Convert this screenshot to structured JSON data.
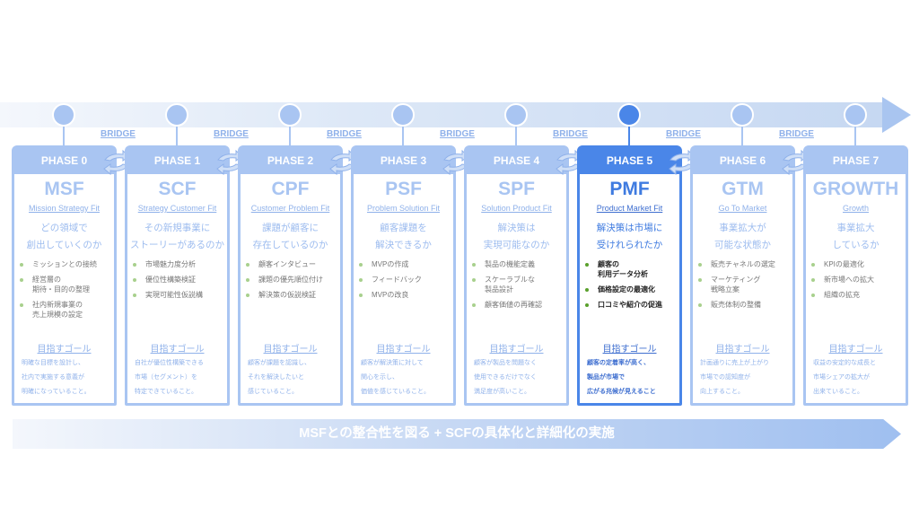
{
  "bridge_label": "BRIDGE",
  "phases": [
    {
      "phase": "PHASE 0",
      "abbr": "MSF",
      "full": "Mission Strategy Fit",
      "question": [
        "どの領域で",
        "創出していくのか"
      ],
      "items": [
        "ミッションとの接続",
        "経営層の\n期待・目的の整理",
        "社内新規事業の\n売上規模の設定"
      ],
      "goal_label": "目指すゴール",
      "goal": [
        "明確な目標を設計し、",
        "社内で実施する意義が",
        "明確になっていること。"
      ]
    },
    {
      "phase": "PHASE 1",
      "abbr": "SCF",
      "full": "Strategy Customer Fit",
      "question": [
        "その新規事業に",
        "ストーリーがあるのか"
      ],
      "items": [
        "市場魅力度分析",
        "優位性構築検証",
        "実現可能性仮説構"
      ],
      "goal_label": "目指すゴール",
      "goal": [
        "自社が優位性構築できる",
        "市場（セグメント）を",
        "特定できていること。"
      ]
    },
    {
      "phase": "PHASE 2",
      "abbr": "CPF",
      "full": "Customer Problem Fit",
      "question": [
        "課題が顧客に",
        "存在しているのか"
      ],
      "items": [
        "顧客インタビュー",
        "課題の優先順位付け",
        "解決策の仮説検証"
      ],
      "goal_label": "目指すゴール",
      "goal": [
        "顧客が課題を認識し、",
        "それを解決したいと",
        "感じていること。"
      ]
    },
    {
      "phase": "PHASE 3",
      "abbr": "PSF",
      "full": "Problem Solution Fit",
      "question": [
        "顧客課題を",
        "解決できるか"
      ],
      "items": [
        "MVPの作成",
        "フィードバック",
        "MVPの改良"
      ],
      "goal_label": "目指すゴール",
      "goal": [
        "顧客が解決策に対して",
        "関心を示し、",
        "価値を感じていること。"
      ]
    },
    {
      "phase": "PHASE 4",
      "abbr": "SPF",
      "full": "Solution Product Fit",
      "question": [
        "解決策は",
        "実現可能なのか"
      ],
      "items": [
        "製品の機能定義",
        "スケーラブルな\n製品設計",
        "顧客価値の再確認"
      ],
      "goal_label": "目指すゴール",
      "goal": [
        "顧客が製品を問題なく",
        "使用できるだけでなく",
        "満足度が高いこと。"
      ]
    },
    {
      "phase": "PHASE 5",
      "abbr": "PMF",
      "full": "Product Market Fit",
      "question": [
        "解決策は市場に",
        "受けれられたか"
      ],
      "items": [
        "顧客の\n利用データ分析",
        "価格設定の最適化",
        "口コミや紹介の促進"
      ],
      "goal_label": "目指すゴール",
      "goal": [
        "顧客の定着率が高く、",
        "製品が市場で",
        "広がる兆候が見えること"
      ],
      "active": true
    },
    {
      "phase": "PHASE 6",
      "abbr": "GTM",
      "full": "Go To Market",
      "question": [
        "事業拡大が",
        "可能な状態か"
      ],
      "items": [
        "販売チャネルの選定",
        "マーケティング\n戦略立案",
        "販売体制の整備"
      ],
      "goal_label": "目指すゴール",
      "goal": [
        "計画通りに売上が上がり",
        "市場での認知度が",
        "向上すること。"
      ]
    },
    {
      "phase": "PHASE 7",
      "abbr": "GROWTH",
      "full": "Growth",
      "question": [
        "事業拡大",
        "しているか"
      ],
      "items": [
        "KPIの最適化",
        "新市場への拡大",
        "組織の拡充"
      ],
      "goal_label": "目指すゴール",
      "goal": [
        "収益の安定的な成長と",
        "市場シェアの拡大が",
        "出来ていること。"
      ]
    }
  ],
  "banner": "MSFとの整合性を図る + SCFの具体化と詳細化の実施",
  "colors": {
    "accent": "#4a86e8",
    "light": "#a9c5f2",
    "bullet": "#a8d08d"
  }
}
